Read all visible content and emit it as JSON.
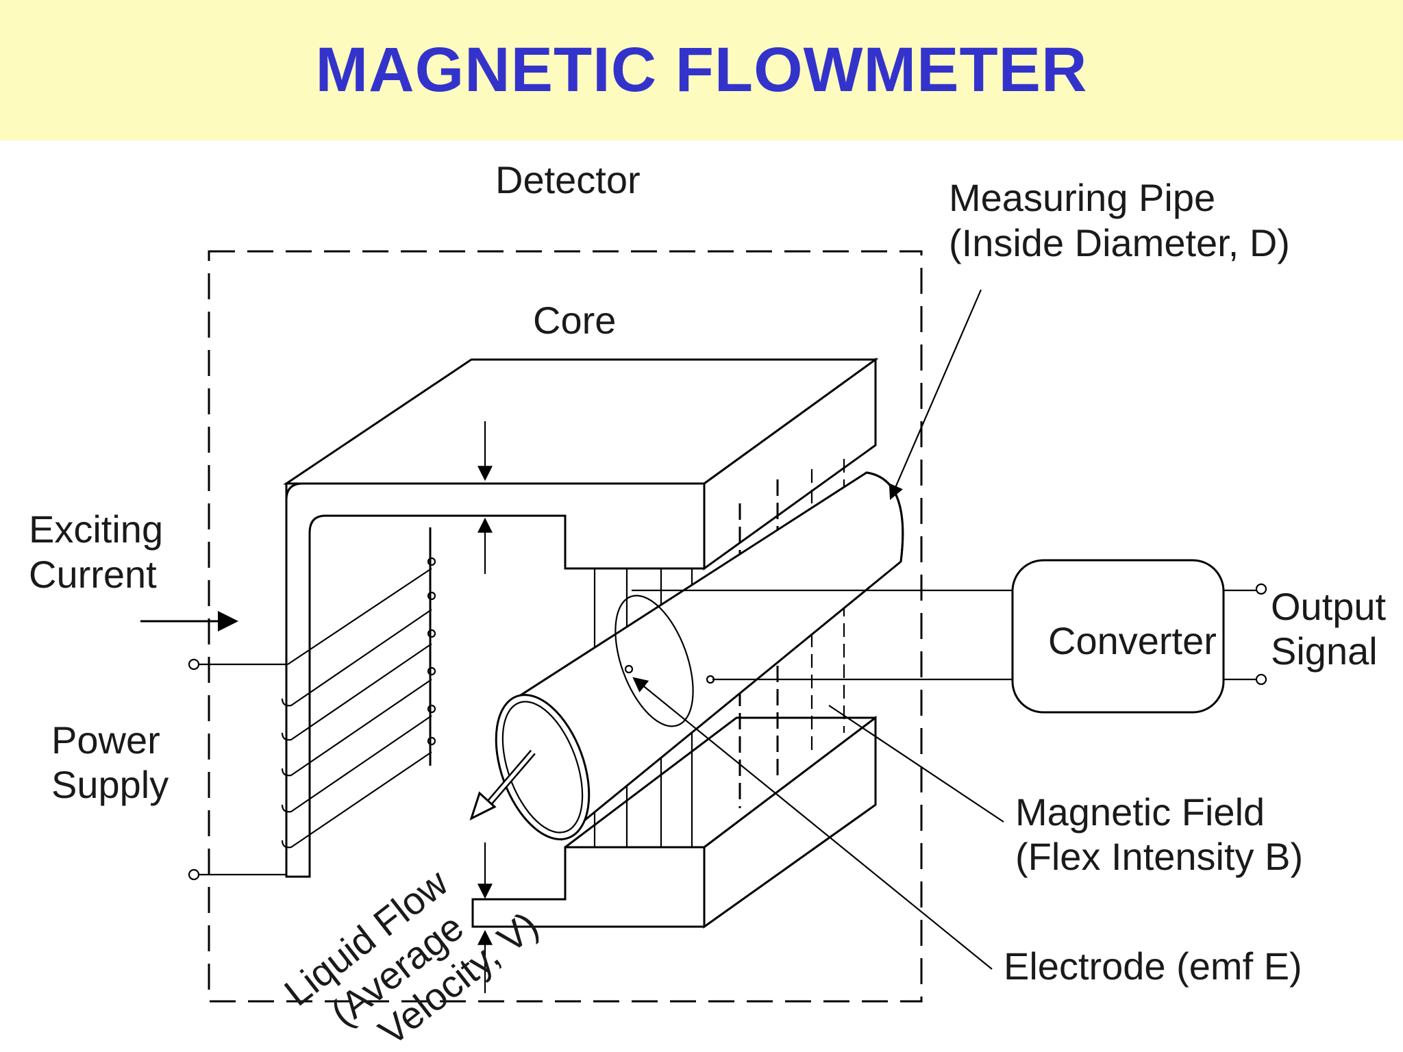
{
  "title": "MAGNETIC FLOWMETER",
  "labels": {
    "detector": "Detector",
    "measuring_pipe_1": "Measuring Pipe",
    "measuring_pipe_2": "(Inside Diameter, D)",
    "core": "Core",
    "exciting_1": "Exciting",
    "exciting_2": "Current",
    "power_1": "Power",
    "power_2": "Supply",
    "converter": "Converter",
    "output_1": "Output",
    "output_2": "Signal",
    "magnetic_1": "Magnetic Field",
    "magnetic_2": "(Flex Intensity B)",
    "electrode": "Electrode (emf E)",
    "liquid_1": "Liquid Flow",
    "liquid_2": "(Average",
    "liquid_3": "Velocity, V)"
  },
  "colors": {
    "title_band": "#fdfbbe",
    "title_text": "#3333cc"
  }
}
